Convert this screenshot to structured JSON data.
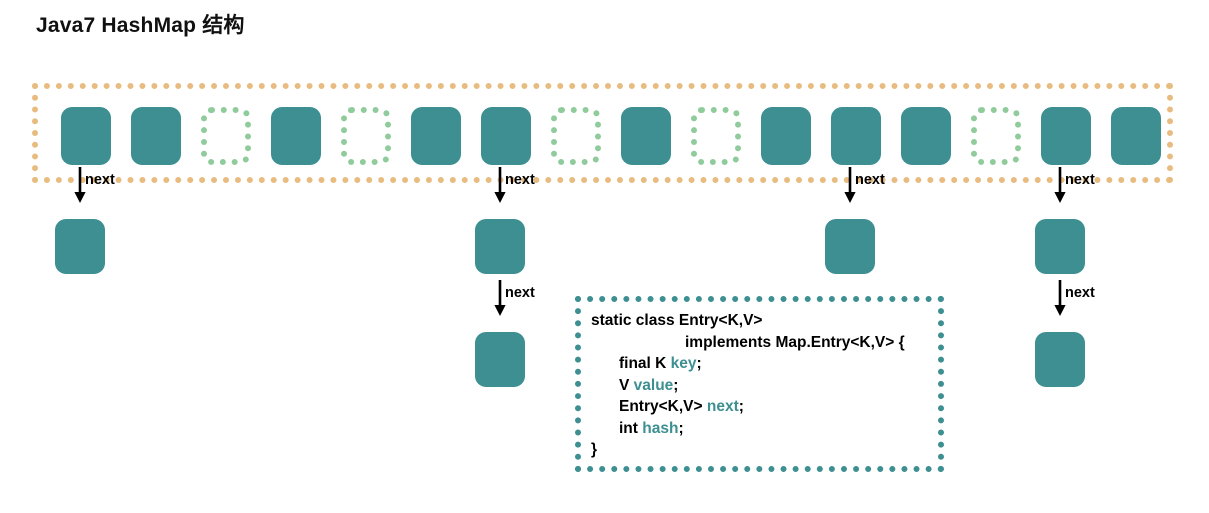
{
  "title": "Java7 HashMap 结构",
  "colors": {
    "entry_fill": "#3d8f91",
    "array_border": "#e8bc80",
    "empty_slot_border": "#8fcb9b",
    "code_border": "#3d8f91",
    "field_name": "#3d8f91",
    "text": "#000000"
  },
  "bucket_array": {
    "slot_count": 16,
    "slots": [
      {
        "index": 0,
        "state": "filled"
      },
      {
        "index": 1,
        "state": "filled"
      },
      {
        "index": 2,
        "state": "empty"
      },
      {
        "index": 3,
        "state": "filled"
      },
      {
        "index": 4,
        "state": "empty"
      },
      {
        "index": 5,
        "state": "filled"
      },
      {
        "index": 6,
        "state": "filled"
      },
      {
        "index": 7,
        "state": "empty"
      },
      {
        "index": 8,
        "state": "filled"
      },
      {
        "index": 9,
        "state": "empty"
      },
      {
        "index": 10,
        "state": "filled"
      },
      {
        "index": 11,
        "state": "filled"
      },
      {
        "index": 12,
        "state": "filled"
      },
      {
        "index": 13,
        "state": "empty"
      },
      {
        "index": 14,
        "state": "filled"
      },
      {
        "index": 15,
        "state": "filled"
      }
    ]
  },
  "chains": [
    {
      "slot_index": 0,
      "node_count": 1,
      "arrow_labels": [
        "next"
      ]
    },
    {
      "slot_index": 6,
      "node_count": 2,
      "arrow_labels": [
        "next",
        "next"
      ]
    },
    {
      "slot_index": 11,
      "node_count": 1,
      "arrow_labels": [
        "next"
      ]
    },
    {
      "slot_index": 14,
      "node_count": 2,
      "arrow_labels": [
        "next",
        "next"
      ]
    }
  ],
  "code_block": {
    "lines": [
      {
        "indent": 0,
        "parts": [
          {
            "t": "static class Entry<K,V>",
            "kind": "plain"
          }
        ]
      },
      {
        "indent": 2,
        "parts": [
          {
            "t": "implements Map.Entry<K,V> {",
            "kind": "plain"
          }
        ]
      },
      {
        "indent": 1,
        "parts": [
          {
            "t": "final K ",
            "kind": "plain"
          },
          {
            "t": "key",
            "kind": "field"
          },
          {
            "t": ";",
            "kind": "plain"
          }
        ]
      },
      {
        "indent": 1,
        "parts": [
          {
            "t": "V ",
            "kind": "plain"
          },
          {
            "t": "value",
            "kind": "field"
          },
          {
            "t": ";",
            "kind": "plain"
          }
        ]
      },
      {
        "indent": 1,
        "parts": [
          {
            "t": "Entry<K,V> ",
            "kind": "plain"
          },
          {
            "t": "next",
            "kind": "field"
          },
          {
            "t": ";",
            "kind": "plain"
          }
        ]
      },
      {
        "indent": 1,
        "parts": [
          {
            "t": "int ",
            "kind": "plain"
          },
          {
            "t": "hash",
            "kind": "field"
          },
          {
            "t": ";",
            "kind": "plain"
          }
        ]
      },
      {
        "indent": 0,
        "parts": [
          {
            "t": "}",
            "kind": "plain"
          }
        ]
      }
    ]
  }
}
